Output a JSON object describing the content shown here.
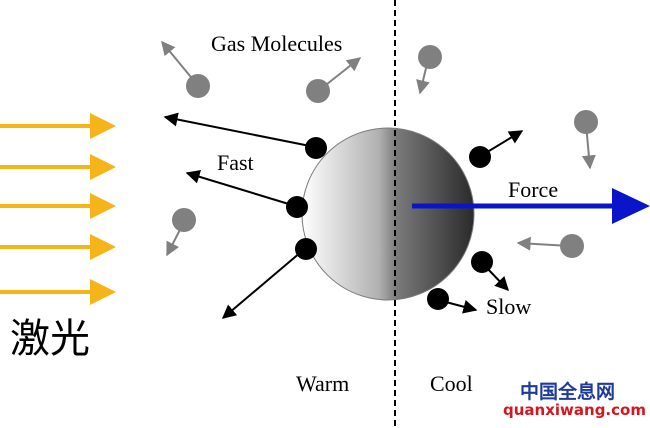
{
  "labels": {
    "gas_molecules": "Gas Molecules",
    "fast": "Fast",
    "force": "Force",
    "slow": "Slow",
    "warm": "Warm",
    "cool": "Cool",
    "laser": "激光"
  },
  "watermark": {
    "line1": "中国全息网",
    "line2": "quanxiwang.com"
  },
  "colors": {
    "laser_arrow": "#f5b418",
    "force_arrow": "#0a14c8",
    "fast_molecule": "#000000",
    "gas_molecule": "#808080",
    "watermark_red": "#d4171f",
    "watermark_blue": "#1f3b9a"
  }
}
